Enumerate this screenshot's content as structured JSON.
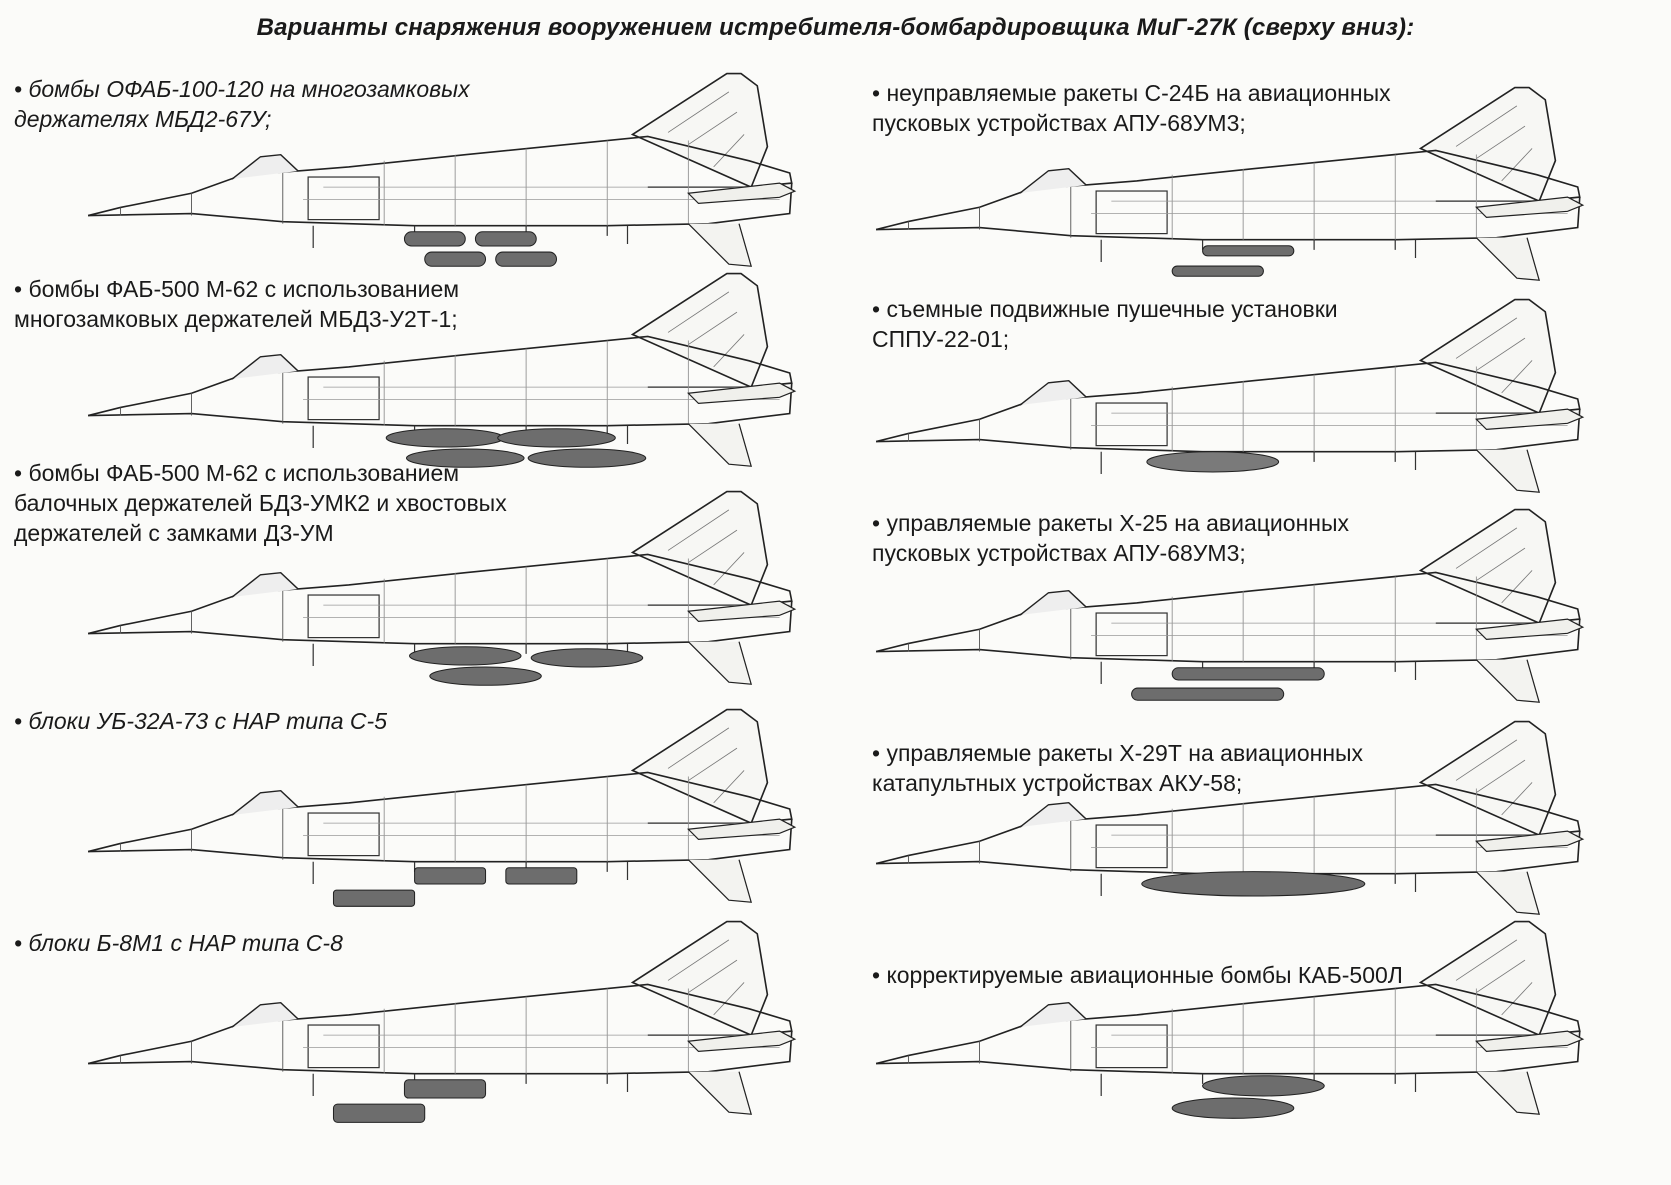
{
  "title": "Варианты снаряжения вооружением истребителя-бомбардировщика МиГ-27К (сверху вниз):",
  "left": [
    {
      "lines": [
        "• бомбы ОФАБ-100-120 на многозамковых",
        "держателях МБД2-67У;"
      ]
    },
    {
      "lines": [
        "• бомбы ФАБ-500 М-62 с использованием",
        "многозамковых держателей МБД3-У2Т-1;"
      ]
    },
    {
      "lines": [
        "• бомбы ФАБ-500 М-62 с использованием",
        "балочных держателей БД3-УМК2 и хвостовых",
        "держателей с замками Д3-УМ"
      ]
    },
    {
      "lines": [
        "• блоки УБ-32А-73 с НАР типа С-5"
      ]
    },
    {
      "lines": [
        "• блоки Б-8М1 с НАР типа С-8"
      ]
    }
  ],
  "right": [
    {
      "lines": [
        "• неуправляемые ракеты С-24Б на авиационных",
        "пусковых устройствах АПУ-68УМ3;"
      ]
    },
    {
      "lines": [
        "• съемные подвижные пушечные установки",
        "СППУ-22-01;"
      ]
    },
    {
      "lines": [
        "• управляемые ракеты Х-25 на авиационных",
        "пусковых устройствах АПУ-68УМ3;"
      ]
    },
    {
      "lines": [
        "• управляемые ракеты Х-29Т на авиационных",
        "катапультных устройствах АКУ-58;"
      ]
    },
    {
      "lines": [
        "• корректируемые авиационные бомбы КАБ-500Л"
      ]
    }
  ]
}
